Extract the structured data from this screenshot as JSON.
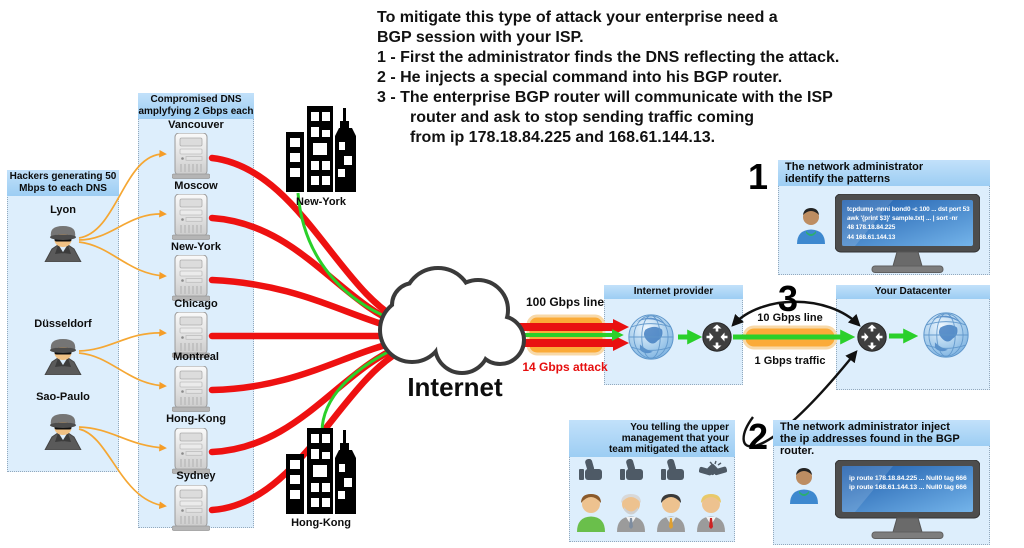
{
  "top_text": {
    "lines": [
      "To mitigate this type of attack your enterprise need a",
      "BGP session with your ISP.",
      "1 - First the administrator finds the DNS reflecting the attack.",
      "2 - He injects a special command into his BGP router.",
      "3 - The enterprise BGP router will communicate with the ISP",
      "router and ask to stop sending traffic coming",
      "from ip 178.18.84.225 and 168.61.144.13."
    ]
  },
  "hackers_box": {
    "title": "Hackers generating 50 Mbps to each DNS",
    "items": [
      {
        "label": "Lyon"
      },
      {
        "label": "Düsseldorf"
      },
      {
        "label": "Sao-Paulo"
      }
    ]
  },
  "dns_box": {
    "title": "Compromised DNS amplyfying 2 Gbps each",
    "items": [
      {
        "label": "Vancouver"
      },
      {
        "label": "Moscow"
      },
      {
        "label": "New-York"
      },
      {
        "label": "Chicago"
      },
      {
        "label": "Montreal"
      },
      {
        "label": "Hong-Kong"
      },
      {
        "label": "Sydney"
      }
    ]
  },
  "cities": {
    "top": "New-York",
    "bottom": "Hong-Kong"
  },
  "cloud": {
    "label": "Internet"
  },
  "links": {
    "isp_line": "100 Gbps line",
    "attack": "14 Gbps attack",
    "dc_line": "10 Gbps line",
    "dc_traffic": "1 Gbps traffic"
  },
  "provider_box": {
    "title": "Internet provider"
  },
  "datacenter_box": {
    "title": "Your Datacenter"
  },
  "steps": {
    "one": {
      "number": "1",
      "title_lines": [
        "The network administrator",
        "identify the patterns"
      ],
      "terminal_lines": [
        "tcpdump -nnni bond0 -c 100 ... dst port 53",
        "awk '{print $3}' sample.txt| ... | sort -nr",
        "48 178.18.84.225",
        "44 168.61.144.13"
      ]
    },
    "two": {
      "number": "2",
      "title_lines": [
        "The network administrator inject",
        "the ip addresses found in the BGP router."
      ],
      "terminal_lines": [
        "ip route 178.18.84.225 ... Null0 tag 666",
        "ip route 168.61.144.13 ... Null0 tag 666"
      ]
    },
    "three": {
      "number": "3"
    }
  },
  "management_box": {
    "title_lines": [
      "You telling the upper",
      "management that your",
      "team mitigated the attack"
    ]
  },
  "icons": {
    "hacker": "spy-in-trenchcoat-icon",
    "dns_server": "server-tower-icon",
    "city": "skyline-buildings-icon",
    "cloud": "cloud-outline-icon",
    "globe": "blue-globe-icon",
    "router": "router-cross-arrows-icon",
    "admin": "person-bust-icon",
    "monitor": "desktop-monitor-icon",
    "approval": "thumbs-up-icon",
    "deal": "handshake-icon"
  },
  "colors": {
    "attack_red": "#ee1111",
    "clean_green": "#2ad02a",
    "ddos_orange": "#f5a733",
    "bar_orange": "#fbab38",
    "box_header_blue": "#a9d3f6",
    "box_body_blue": "#ddeefc"
  }
}
